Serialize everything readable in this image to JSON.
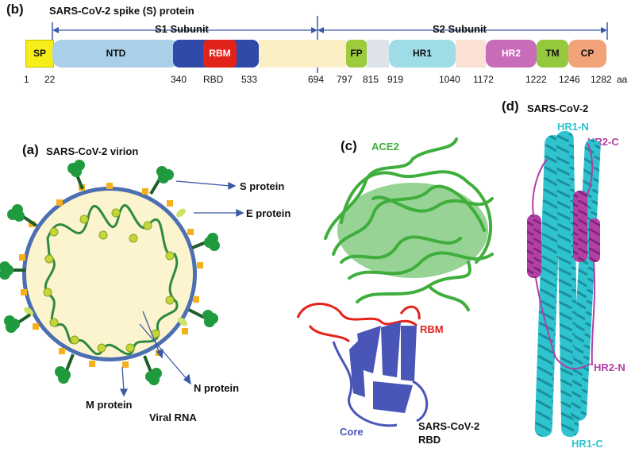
{
  "panel_b": {
    "label": "(b)",
    "title": "SARS-CoV-2 spike (S) protein",
    "s1_label": "S1 Subunit",
    "s2_label": "S2 Subunit",
    "domains": {
      "sp": "SP",
      "ntd": "NTD",
      "rbm": "RBM",
      "fp": "FP",
      "hr1": "HR1",
      "hr2": "HR2",
      "tm": "TM",
      "cp": "CP"
    },
    "rbd_label": "RBD",
    "positions": {
      "p1": "1",
      "p22": "22",
      "p340": "340",
      "p533": "533",
      "p694": "694",
      "p797": "797",
      "p815": "815",
      "p919": "919",
      "p1040": "1040",
      "p1172": "1172",
      "p1222": "1222",
      "p1246": "1246",
      "p1282": "1282",
      "unit": "aa"
    }
  },
  "panel_a": {
    "label": "(a)",
    "title": "SARS-CoV-2 virion",
    "s_protein": "S protein",
    "e_protein": "E protein",
    "n_protein": "N protein",
    "m_protein": "M protein",
    "viral_rna": "Viral RNA"
  },
  "panel_c": {
    "label": "(c)",
    "ace2": "ACE2",
    "rbm": "RBM",
    "core": "Core",
    "rbd_line1": "SARS-CoV-2",
    "rbd_line2": "RBD"
  },
  "panel_d": {
    "label": "(d)",
    "title": "SARS-CoV-2",
    "hr1n": "HR1-N",
    "hr2c": "HR2-C",
    "hr2n": "HR2-N",
    "hr1c": "HR1-C"
  },
  "colors": {
    "sp": "#f5ee1a",
    "ntd": "#a9cfe9",
    "rbd": "#2f4aa8",
    "rbm": "#e2231a",
    "s1_tail": "#fbefc6",
    "fp": "#9ccc3c",
    "fp_gap": "#dde3e8",
    "hr1": "#9fdde6",
    "hr1_tail": "#fbe0d4",
    "hr2": "#c86bb8",
    "tm": "#95c93d",
    "cp": "#f2a37a",
    "arrow": "#3b5aa6",
    "ace2": "#3fae3c",
    "rbd_core": "#4a55b8",
    "helix_hr1": "#2ec3cf",
    "helix_hr2": "#b23ea6",
    "virion_fill": "#fcf3cf",
    "virion_rim": "#4b6fb0",
    "spike": "#1f9a3c",
    "e_protein": "#f5b01c"
  }
}
